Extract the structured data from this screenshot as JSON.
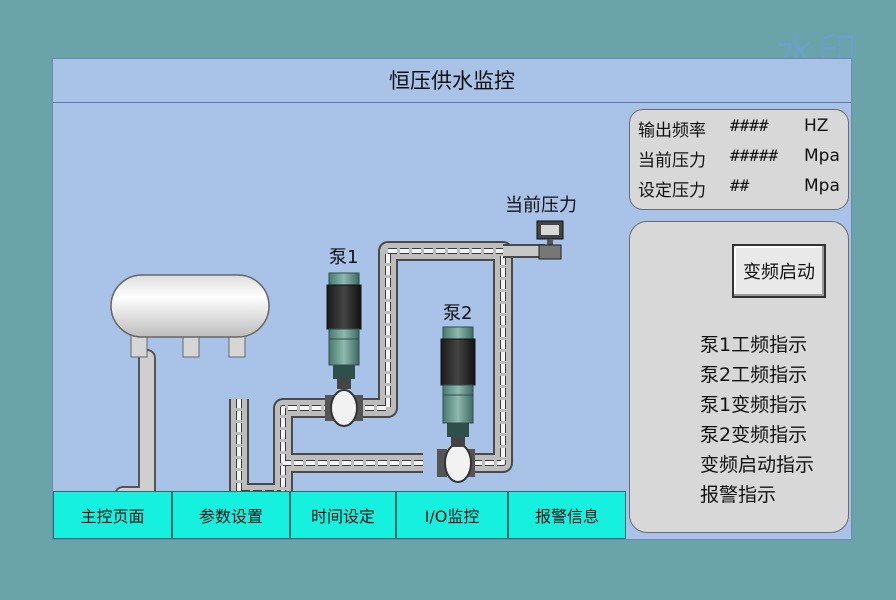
{
  "watermark": "水印",
  "title": "恒压供水监控",
  "diagram": {
    "pump1_label": "泵1",
    "pump2_label": "泵2",
    "pressure_gauge_label": "当前压力"
  },
  "info_panel": {
    "rows": [
      {
        "label": "输出频率",
        "value": "####",
        "unit": "HZ"
      },
      {
        "label": "当前压力",
        "value": "#####",
        "unit": "Mpa"
      },
      {
        "label": "设定压力",
        "value": "##",
        "unit": "Mpa"
      }
    ]
  },
  "control_panel": {
    "start_button": "变频启动",
    "indicators": [
      "泵1工频指示",
      "泵2工频指示",
      "泵1变频指示",
      "泵2变频指示",
      "变频启动指示",
      "报警指示"
    ]
  },
  "nav": [
    "主控页面",
    "参数设置",
    "时间设定",
    "I/O监控",
    "报警信息"
  ],
  "colors": {
    "panel_bg": "#a9c3e8",
    "nav_button": "#16f0de",
    "outer_bg": "#6aa3a8"
  }
}
